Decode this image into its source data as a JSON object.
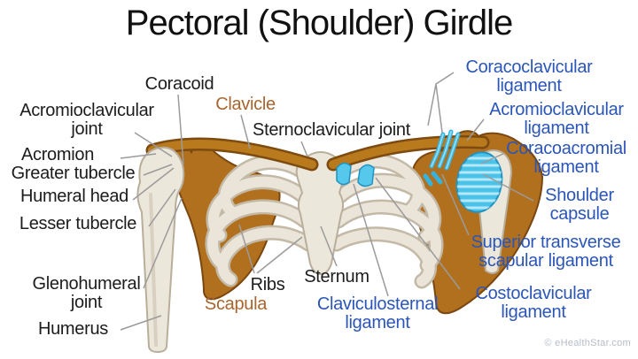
{
  "title": "Pectoral (Shoulder) Girdle",
  "watermark": "© eHealthStar.com",
  "colors": {
    "label_black": "#1c1c1c",
    "label_bone_brown": "#a9652e",
    "label_ligament_blue": "#2b56b8",
    "bone_brown": "#b0701e",
    "bone_cream": "#ebe5d9",
    "ligament_blue": "#56c8ec",
    "leader_gray": "#9b9b9b",
    "watermark_gray": "#b6bcc8"
  },
  "labels": {
    "coracoid": "Coracoid",
    "clavicle": "Clavicle",
    "acromioclavicular_joint": "Acromioclavicular joint",
    "sternoclavicular_joint": "Sternoclavicular joint",
    "acromion": "Acromion",
    "greater_tubercle": "Greater tubercle",
    "humeral_head": "Humeral head",
    "lesser_tubercle": "Lesser tubercle",
    "glenohumeral_joint": "Glenohumeral joint",
    "humerus": "Humerus",
    "ribs": "Ribs",
    "scapula": "Scapula",
    "sternum": "Sternum"
  },
  "ligaments": {
    "coracoclavicular": "Coracoclavicular ligament",
    "acromioclavicular": "Acromioclavicular ligament",
    "coracoacromial": "Coracoacromial ligament",
    "shoulder_capsule": "Shoulder capsule",
    "superior_transverse_scapular": "Superior transverse scapular ligament",
    "costoclavicular": "Costoclavicular ligament",
    "claviculosternal": "Claviculosternal ligament"
  }
}
